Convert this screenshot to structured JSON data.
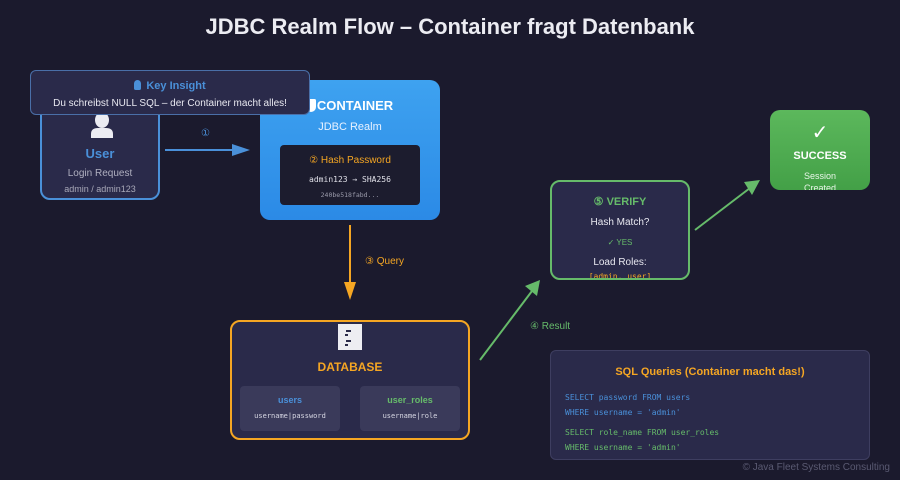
{
  "title": "JDBC Realm Flow – Container fragt Datenbank",
  "key_insight": {
    "icon": "lightbulb-icon",
    "title": "Key Insight",
    "text": "Du schreibst NULL SQL – der Container macht alles!"
  },
  "user": {
    "icon": "user-icon",
    "label": "User",
    "subtitle": "Login Request",
    "credentials": "admin / admin123"
  },
  "container": {
    "icon": "shield-icon",
    "title": "CONTAINER",
    "subtitle": "JDBC Realm",
    "hash": {
      "title": "② Hash Password",
      "transform": "admin123 → SHA256",
      "value": "240be518fabd..."
    }
  },
  "database": {
    "icon": "database-icon",
    "title": "DATABASE",
    "tables": [
      {
        "name": "users",
        "columns": "username|password",
        "color": "#4a90d9"
      },
      {
        "name": "user_roles",
        "columns": "username|role",
        "color": "#66bb6a"
      }
    ]
  },
  "verify": {
    "title": "⑤ VERIFY",
    "question": "Hash Match?",
    "result": "✓ YES",
    "roles_label": "Load Roles:",
    "roles": "[admin, user]"
  },
  "success": {
    "icon": "✓",
    "title": "SUCCESS",
    "subtitle_line1": "Session",
    "subtitle_line2": "Created"
  },
  "steps": {
    "step1": "①",
    "step3": "③ Query",
    "step4": "④ Result"
  },
  "sql": {
    "title": "SQL Queries (Container macht das!)",
    "queries": [
      {
        "line1": "SELECT password FROM users",
        "line2": "WHERE username = 'admin'",
        "color": "#4a90d9"
      },
      {
        "line1": "SELECT role_name FROM user_roles",
        "line2": "WHERE username = 'admin'",
        "color": "#66bb6a"
      }
    ]
  },
  "colors": {
    "background": "#1b1a2d",
    "blue": "#4a90d9",
    "orange": "#f5a623",
    "green": "#66bb6a",
    "container_blue": "#3ea2f0"
  },
  "footer": "© Java Fleet Systems Consulting"
}
